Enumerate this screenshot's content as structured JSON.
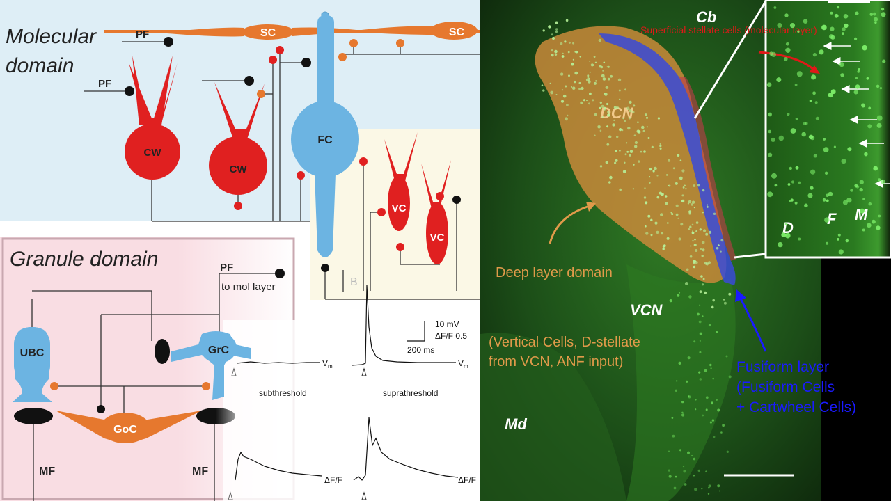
{
  "left_figure": {
    "molecular_title_1": "Molecular",
    "molecular_title_2": "domain",
    "granule_title": "Granule domain",
    "panel_letter": "B",
    "labels": {
      "pf1": "PF",
      "pf2": "PF",
      "pf3": "PF",
      "pf_to_mol": "to mol layer",
      "sc1": "SC",
      "sc2": "SC",
      "fc": "FC",
      "cw1": "CW",
      "cw2": "CW",
      "vc1": "VC",
      "vc2": "VC",
      "ubc": "UBC",
      "grc": "GrC",
      "goc": "GoC",
      "mf1": "MF",
      "mf2": "MF"
    },
    "traces": {
      "scale_mv": "10 mV",
      "scale_df": "ΔF/F 0.5",
      "scale_ms": "200 ms",
      "vm1": "V",
      "vm1_sub": "m",
      "vm2": "V",
      "vm2_sub": "m",
      "subthreshold": "subthreshold",
      "suprathreshold": "suprathreshold",
      "df1": "ΔF/F",
      "df2": "ΔF/F"
    }
  },
  "micrograph": {
    "cb": "Cb",
    "dcn": "DCN",
    "vcn": "VCN",
    "md": "Md",
    "deep_layer": "Deep layer domain",
    "deep_desc_1": "(Vertical Cells, D-stellate",
    "deep_desc_2": "from VCN, ANF input)",
    "stellate_label": "Superficial stellate cells (molecular layer)",
    "fusiform_1": "Fusiform layer",
    "fusiform_2": "(Fusiform Cells",
    "fusiform_3": "+ Cartwheel Cells)",
    "inset_d": "D",
    "inset_f": "F",
    "inset_m": "M"
  },
  "colors": {
    "molecular_bg": "#deeef6",
    "granule_bg": "#f9dde3",
    "red_cell": "#e02020",
    "blue_cell": "#6cb4e2",
    "orange_cell": "#e6782e",
    "tissue_green": "#1f5a1a",
    "dcn_overlay": "#c98a3a",
    "fusiform_overlay": "#3a4ad8",
    "deep_text": "#e09a4a",
    "fusiform_text": "#1a1aff",
    "stellate_text": "#e01818"
  }
}
